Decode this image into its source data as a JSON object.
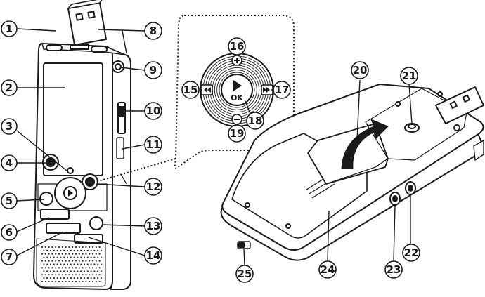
{
  "callouts": [
    {
      "id": "c1",
      "label": "1"
    },
    {
      "id": "c2",
      "label": "2"
    },
    {
      "id": "c3",
      "label": "3"
    },
    {
      "id": "c4",
      "label": "4"
    },
    {
      "id": "c5",
      "label": "5"
    },
    {
      "id": "c6",
      "label": "6"
    },
    {
      "id": "c7",
      "label": "7"
    },
    {
      "id": "c8",
      "label": "8"
    },
    {
      "id": "c9",
      "label": "9"
    },
    {
      "id": "c10",
      "label": "10"
    },
    {
      "id": "c11",
      "label": "11"
    },
    {
      "id": "c12",
      "label": "12"
    },
    {
      "id": "c13",
      "label": "13"
    },
    {
      "id": "c14",
      "label": "14"
    },
    {
      "id": "c15",
      "label": "15"
    },
    {
      "id": "c16",
      "label": "16"
    },
    {
      "id": "c17",
      "label": "17"
    },
    {
      "id": "c18",
      "label": "18"
    },
    {
      "id": "c19",
      "label": "19"
    },
    {
      "id": "c20",
      "label": "20"
    },
    {
      "id": "c21",
      "label": "21"
    },
    {
      "id": "c22",
      "label": "22"
    },
    {
      "id": "c23",
      "label": "23"
    },
    {
      "id": "c24",
      "label": "24"
    },
    {
      "id": "c25",
      "label": "25"
    }
  ],
  "dpad": {
    "ok_label": "OK"
  },
  "colors": {
    "ink": "#1a1a1a",
    "body_fill": "#ffffff",
    "screen_fill": "#ffffff",
    "grille": "#333333"
  }
}
